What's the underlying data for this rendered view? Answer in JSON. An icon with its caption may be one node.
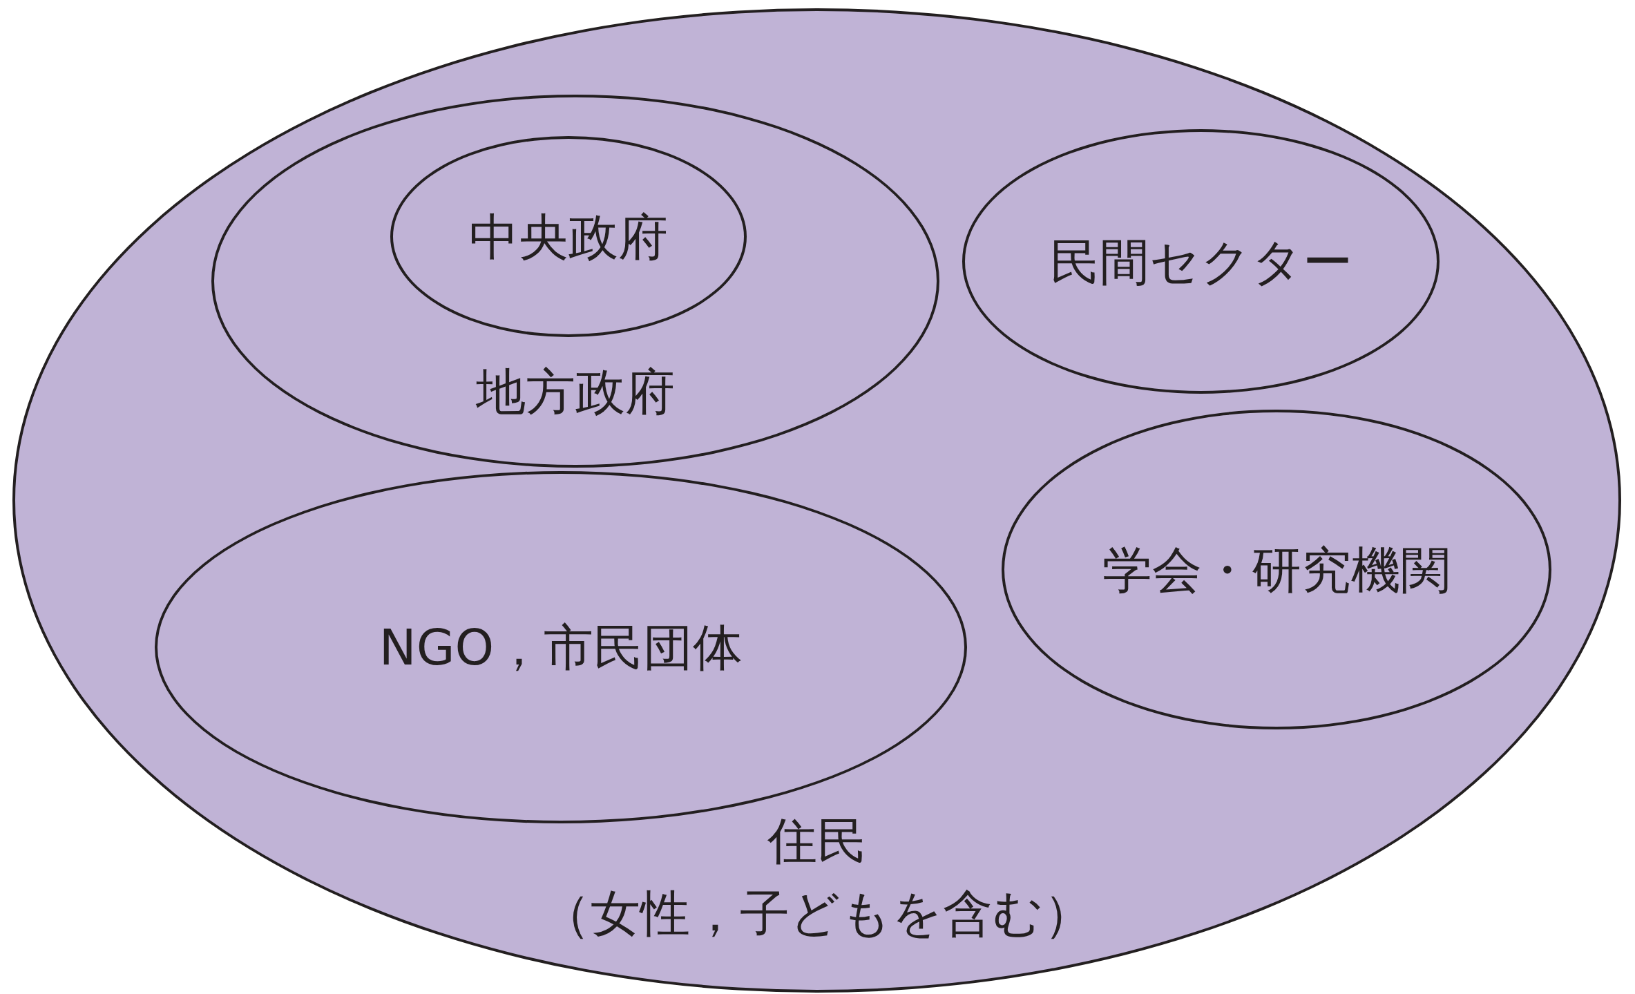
{
  "diagram": {
    "nodes": [
      {
        "text": [
          "住民",
          "（女性，子どもを含む）"
        ]
      },
      {
        "text": [
          "地方政府"
        ],
        "in": 0
      },
      {
        "text": [
          "中央政府"
        ],
        "in": 1
      },
      {
        "text": [
          "民間セクター"
        ],
        "in": 0
      },
      {
        "text": [
          "学会・研究機関"
        ],
        "in": 0
      },
      {
        "text": [
          "NGO，市民団体"
        ],
        "in": 0
      }
    ]
  }
}
